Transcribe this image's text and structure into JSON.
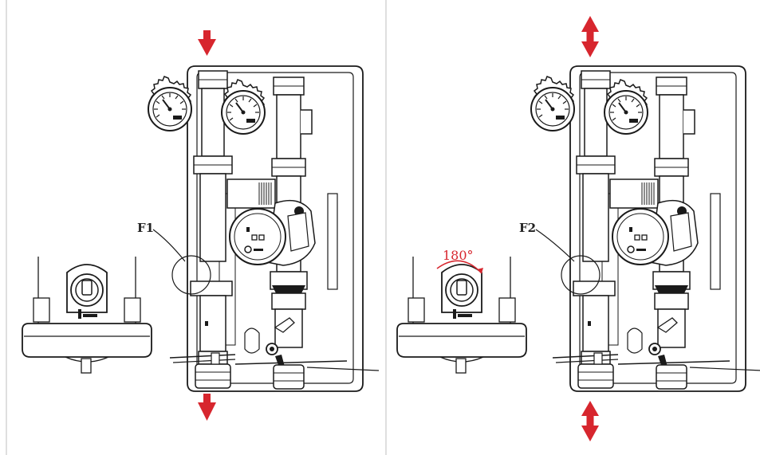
{
  "panels": [
    {
      "callout_label": "F1",
      "flow_arrows": "down"
    },
    {
      "callout_label": "F2",
      "flow_arrows": "bidirectional",
      "rotation_label": "180°"
    }
  ],
  "colors": {
    "arrow": "#d7262e",
    "line": "#1a1a1a",
    "divider": "#bfbfbf",
    "rotation_text": "#d7262e"
  }
}
